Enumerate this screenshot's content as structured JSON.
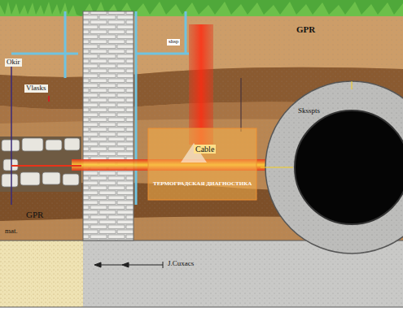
{
  "diagram": {
    "labels": [
      "GPR",
      "Okir",
      "Vlasks",
      "shsp",
      "Sksspts",
      "Cable",
      "ТЕРМОГРАДСКАЯ ДИАГНОСТИКА",
      "GPR",
      "mat.",
      "J.Cuxacs"
    ]
  }
}
